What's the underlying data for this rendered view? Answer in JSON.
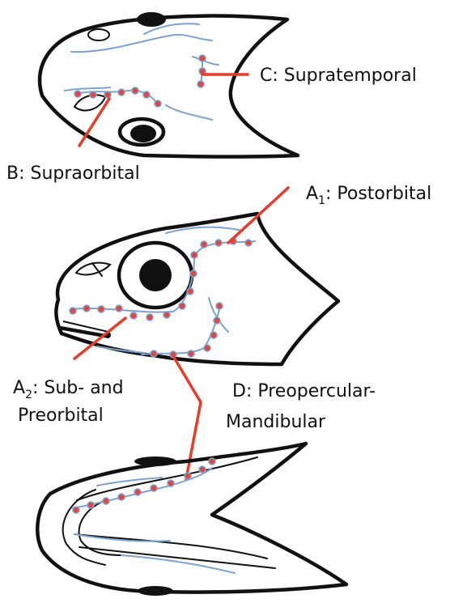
{
  "labels": {
    "supratemporal": "C: Supratemporal",
    "supraorbital": "B: Supraorbital",
    "postorbital_prefix": "A",
    "postorbital_sub": "1",
    "postorbital_text": ":  Postorbital",
    "suborbital_prefix": "A",
    "suborbital_sub": "2",
    "suborbital_text": ": Sub- and",
    "suborbital_line2": "Preorbital",
    "preopercular_line1": "D: Preopercular-",
    "preopercular_line2": "Mandibular"
  },
  "colors": {
    "outline": "#111111",
    "canal": "#7ea2cf",
    "pore": "#e0473f",
    "leader": "#e83b2a"
  }
}
